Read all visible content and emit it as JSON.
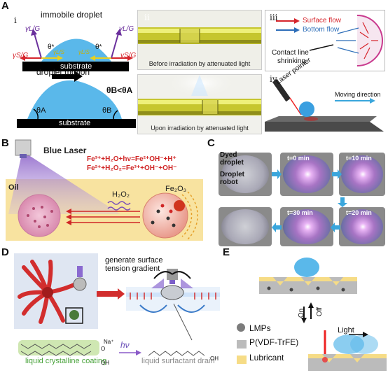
{
  "panels": {
    "A": {
      "label": "A",
      "i": {
        "label": "i",
        "title_top": "immobile droplet",
        "gamma_lg": "γL/G",
        "gamma_sg": "γS/G",
        "gamma_ls": "γL/S",
        "theta": "θ*",
        "substrate_top": "substrate",
        "title_bottom": "droplet motion",
        "theta_a": "θA",
        "theta_b": "θB",
        "relation": "θB<θA",
        "substrate_bottom": "substrate"
      },
      "ii": {
        "label": "ii",
        "caption_top": "Before irradiation by attenuated light",
        "caption_bottom": "Upon irradiation by attenuated light"
      },
      "iii": {
        "label": "iii",
        "legend_surface": "Surface flow",
        "legend_bottom": "Bottom flow",
        "contact_line": "Contact line",
        "shrinking": "shrinking"
      },
      "iv": {
        "label": "iv",
        "laser": "Laser pointer",
        "moving": "Moving direction"
      }
    },
    "B": {
      "label": "B",
      "title": "Blue Laser",
      "eq1": "Fe³⁺+H₂O+hν=Fe²⁺OH⁻+H⁺",
      "eq2": "Fe²⁺+H₂O₂=Fe³⁺+OH⁻+OH⁻",
      "oil": "Oil",
      "h2o2": "H₂O₂",
      "fe2o3": "Fe₂O₃"
    },
    "C": {
      "label": "C",
      "dyed": "Dyed",
      "droplet": "droplet",
      "droplet2": "Droplet",
      "robot": "robot",
      "times": [
        "t=0 min",
        "t=10 min",
        "t=20 min",
        "t=30 min"
      ]
    },
    "D": {
      "label": "D",
      "gradient": "generate surface",
      "gradient2": "tension gradient",
      "coating": "liquid crystalline coating",
      "hv": "hν",
      "drain": "liquid surfactant drain",
      "na": "Na⁺",
      "o": "O",
      "oh": "OH"
    },
    "E": {
      "label": "E",
      "on": "On",
      "off": "Off",
      "light": "Light",
      "lmps": "LMPs",
      "pvdf": "P(VDF-TrFE)",
      "lubricant": "Lubricant"
    }
  },
  "colors": {
    "blue_droplet": "#5ab8ea",
    "substrate": "#000000",
    "surface_flow": "#d6252c",
    "bottom_flow": "#2c6db8",
    "laser_purple": "#8a60c8",
    "oil_yellow": "#f8e3a0",
    "eq_red": "#d02626",
    "arrow_blue": "#3aa6dc",
    "lubricant": "#f6dc86",
    "green_text": "#4aa33c"
  }
}
